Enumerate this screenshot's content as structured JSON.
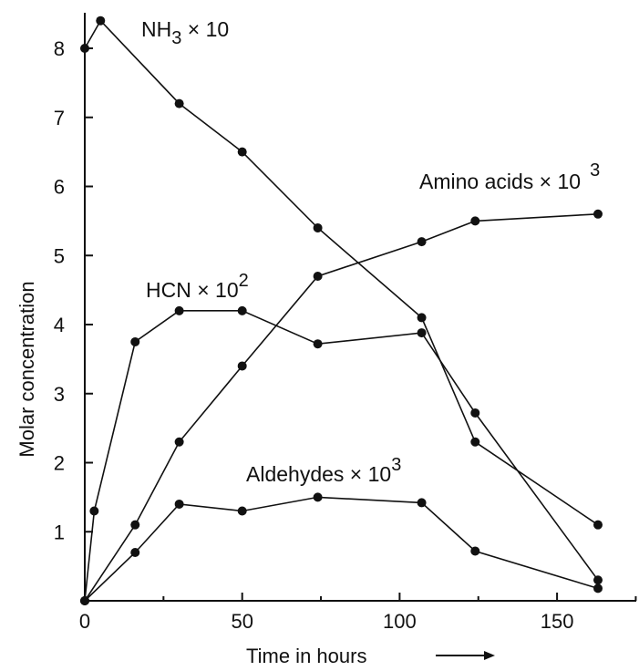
{
  "chart_data": {
    "type": "line",
    "xlabel": "Time in hours",
    "ylabel": "Molar concentration",
    "xlim": [
      0,
      175
    ],
    "ylim": [
      0,
      8.5
    ],
    "x_ticks": [
      0,
      50,
      100,
      150
    ],
    "y_ticks": [
      1,
      2,
      3,
      4,
      5,
      6,
      7,
      8
    ],
    "grid": false,
    "line_color": "#111111",
    "series": [
      {
        "name": "NH",
        "sub": "3",
        "mult": " × 10",
        "sup": "",
        "x": [
          0,
          5,
          30,
          50,
          74,
          107,
          124,
          163
        ],
        "y": [
          8.0,
          8.4,
          7.2,
          6.5,
          5.4,
          4.1,
          2.3,
          1.1
        ]
      },
      {
        "name": "HCN × 10",
        "sub": "",
        "mult": "",
        "sup": "2",
        "x": [
          0,
          3,
          16,
          30,
          50,
          74,
          107,
          124,
          163
        ],
        "y": [
          0,
          1.3,
          3.75,
          4.2,
          4.2,
          3.72,
          3.88,
          2.72,
          0.3
        ]
      },
      {
        "name": "Amino acids × 10",
        "sub": "",
        "mult": "",
        "sup": "3",
        "x": [
          0,
          16,
          30,
          50,
          74,
          107,
          124,
          163
        ],
        "y": [
          0,
          1.1,
          2.3,
          3.4,
          4.7,
          5.2,
          5.5,
          5.6
        ]
      },
      {
        "name": "Aldehydes × 10",
        "sub": "",
        "mult": "",
        "sup": "3",
        "x": [
          0,
          16,
          30,
          50,
          74,
          107,
          124,
          163
        ],
        "y": [
          0,
          0.7,
          1.4,
          1.3,
          1.5,
          1.42,
          0.72,
          0.18
        ]
      }
    ]
  }
}
